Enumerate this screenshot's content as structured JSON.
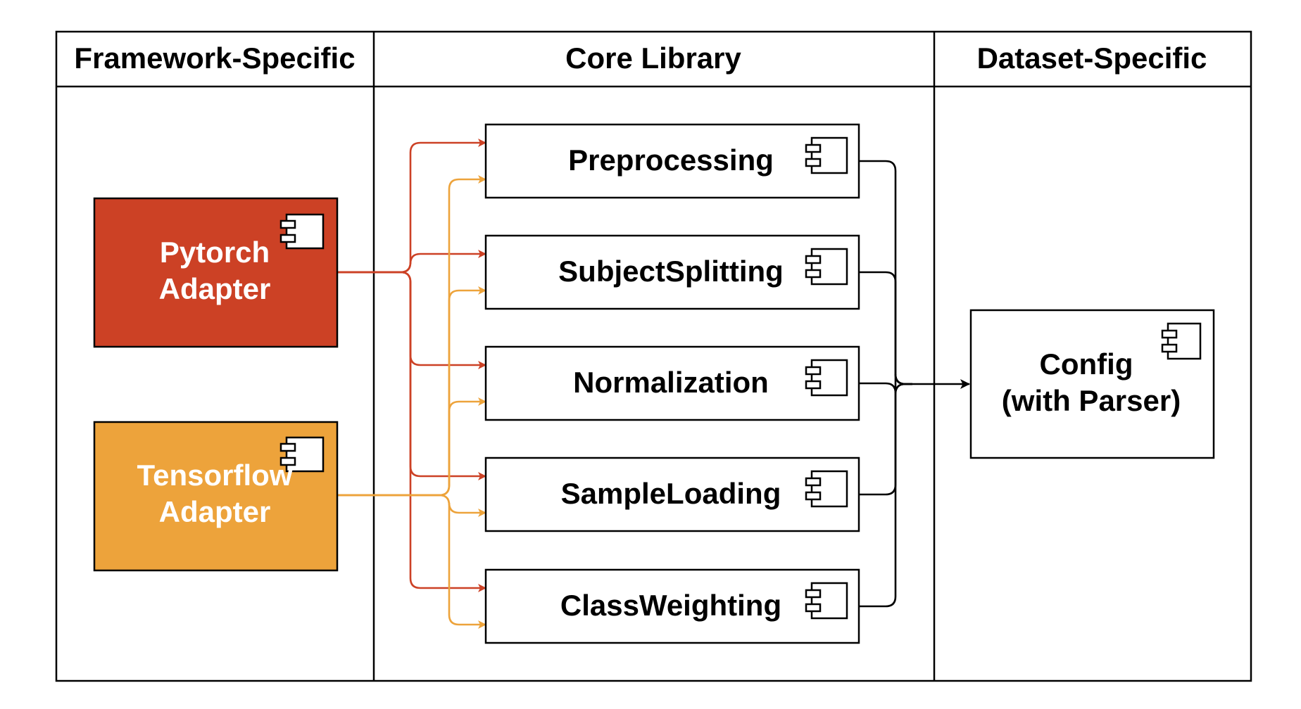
{
  "columns": {
    "framework": "Framework-Specific",
    "core": "Core Library",
    "dataset": "Dataset-Specific"
  },
  "adapters": {
    "pytorch": {
      "line1": "Pytorch",
      "line2": "Adapter",
      "color": "#CC4125"
    },
    "tensorflow": {
      "line1": "Tensorflow",
      "line2": "Adapter",
      "color": "#EDA33B"
    }
  },
  "modules": [
    {
      "label": "Preprocessing"
    },
    {
      "label": "SubjectSplitting"
    },
    {
      "label": "Normalization"
    },
    {
      "label": "SampleLoading"
    },
    {
      "label": "ClassWeighting"
    }
  ],
  "config": {
    "line1": "Config",
    "line2": "(with Parser)"
  },
  "edge_colors": {
    "pytorch": "#CC4125",
    "tensorflow": "#EDA33B",
    "core": "#000000"
  },
  "icon": "component-icon"
}
